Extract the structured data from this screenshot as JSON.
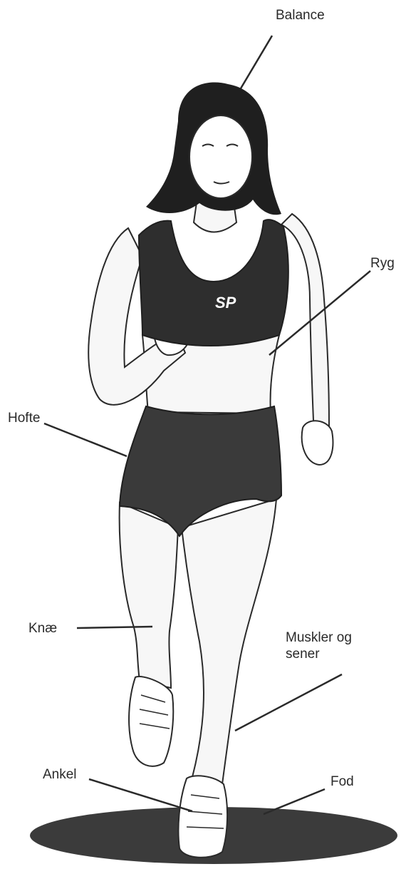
{
  "labels": {
    "balance": "Balance",
    "ryg": "Ryg",
    "hofte": "Hofte",
    "knae": "Knæ",
    "muskler_line1": "Muskler og",
    "muskler_line2": "sener",
    "ankel": "Ankel",
    "fod": "Fod"
  },
  "logo_text": "SP",
  "colors": {
    "ink": "#2a2a2a",
    "top": "#2e2e2e",
    "shorts": "#3a3a3a",
    "skin": "#f7f7f7",
    "ground": "#3b3b3b",
    "hair": "#1f1f1f"
  }
}
